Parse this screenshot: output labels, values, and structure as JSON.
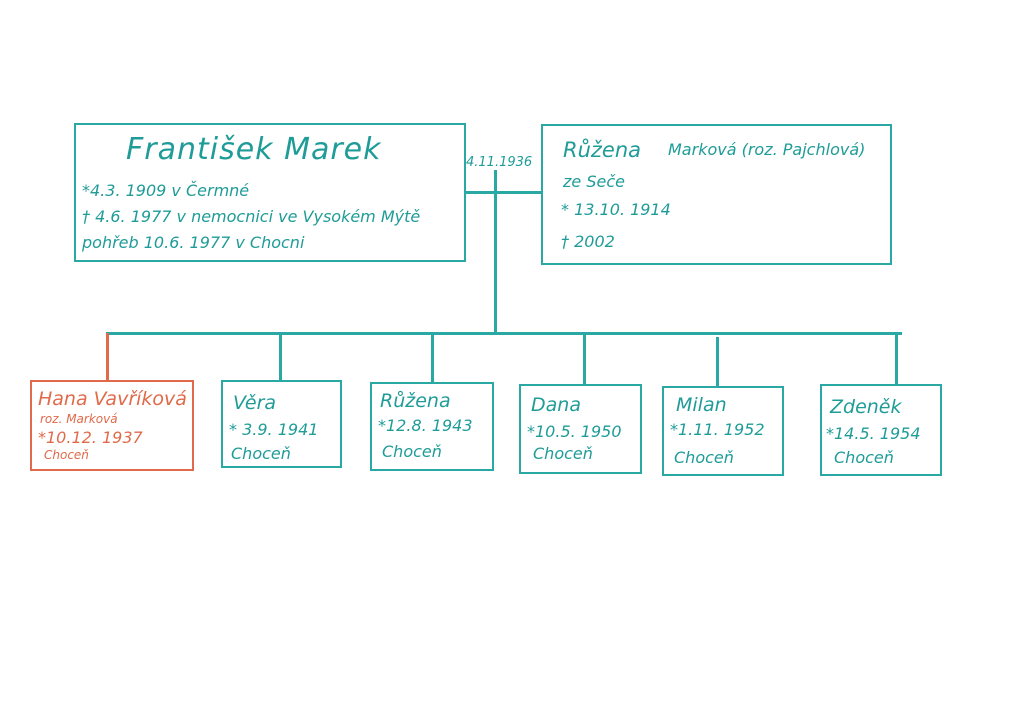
{
  "colors": {
    "teal": "#2aa8a4",
    "red": "#e06a4a"
  },
  "marriage_date": "4.11.1936",
  "father": {
    "name": "František Marek",
    "lines": [
      "*4.3. 1909 v Čermné",
      "† 4.6. 1977 v nemocnici ve Vysokém Mýtě",
      "pohřeb 10.6. 1977 v Chocni"
    ]
  },
  "mother": {
    "name": "Růžena",
    "name_rest": "Marková (roz. Pajchlová)",
    "lines": [
      "ze Seče",
      "* 13.10. 1914",
      "† 2002"
    ]
  },
  "children": [
    {
      "name": "Hana Vavříková",
      "extra": "roz. Marková",
      "born": "*10.12. 1937",
      "place": "Choceň"
    },
    {
      "name": "Věra",
      "born": "* 3.9. 1941",
      "place": "Choceň"
    },
    {
      "name": "Růžena",
      "born": "*12.8. 1943",
      "place": "Choceň"
    },
    {
      "name": "Dana",
      "born": "*10.5. 1950",
      "place": "Choceň"
    },
    {
      "name": "Milan",
      "born": "*1.11. 1952",
      "place": "Choceň"
    },
    {
      "name": "Zdeněk",
      "born": "*14.5. 1954",
      "place": "Choceň"
    }
  ]
}
